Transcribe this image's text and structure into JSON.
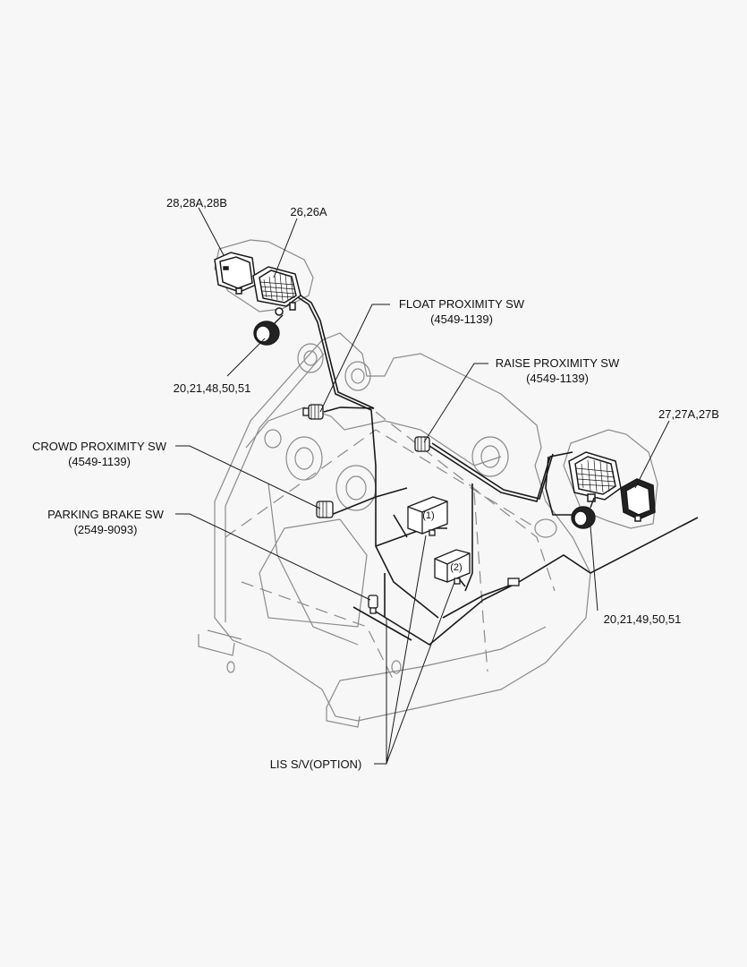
{
  "labels": {
    "lamp_front_left": "28,28A,28B",
    "work_lamp_left": "26,26A",
    "horn_left": "20,21,48,50,51",
    "float_sw_title": "FLOAT PROXIMITY SW",
    "float_sw_part": "(4549-1139)",
    "raise_sw_title": "RAISE PROXIMITY SW",
    "raise_sw_part": "(4549-1139)",
    "lamp_front_right": "27,27A,27B",
    "crowd_sw_title": "CROWD PROXIMITY SW",
    "crowd_sw_part": "(4549-1139)",
    "parking_sw_title": "PARKING BRAKE SW",
    "parking_sw_part": "(2549-9093)",
    "horn_right": "20,21,49,50,51",
    "lis_sv": "LIS S/V(OPTION)",
    "valve_1": "(1)",
    "valve_2": "(2)"
  },
  "colors": {
    "line": "#1a1a1a",
    "light_line": "#8a8a8a",
    "background": "#f7f7f7"
  }
}
